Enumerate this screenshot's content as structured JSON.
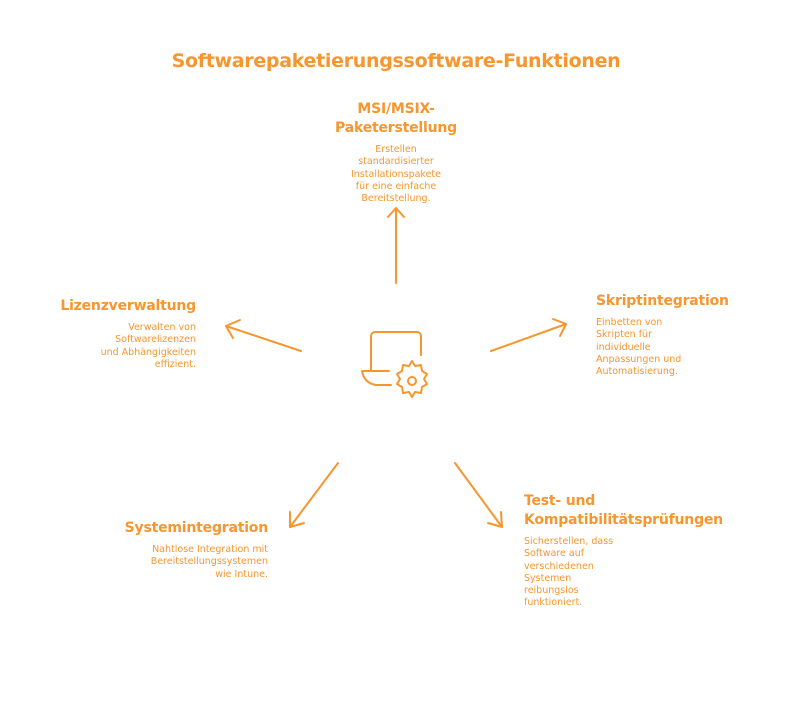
{
  "title": "Softwarepaketierungssoftware-Funktionen",
  "accent_color": "#F7962E",
  "center_icon": "laptop-gear-icon",
  "features": [
    {
      "title_lines": [
        "MSI/MSIX-",
        "Paketerstellung"
      ],
      "desc_lines": [
        "Erstellen",
        "standardisierter",
        "Installationspakete",
        "für eine einfache",
        "Bereitstellung."
      ]
    },
    {
      "title_lines": [
        "Skriptintegration"
      ],
      "desc_lines": [
        "Einbetten von",
        "Skripten für",
        "individuelle",
        "Anpassungen und",
        "Automatisierung."
      ]
    },
    {
      "title_lines": [
        "Test- und",
        "Kompatibilitätsprüfungen"
      ],
      "desc_lines": [
        "Sicherstellen, dass",
        "Software auf",
        "verschiedenen",
        "Systemen",
        "reibungslos",
        "funktioniert."
      ]
    },
    {
      "title_lines": [
        "Systemintegration"
      ],
      "desc_lines": [
        "Nahtlose Integration mit",
        "Bereitstellungssystemen",
        "wie Intune."
      ]
    },
    {
      "title_lines": [
        "Lizenzverwaltung"
      ],
      "desc_lines": [
        "Verwalten von",
        "Softwarelizenzen",
        "und Abhängigkeiten",
        "effizient."
      ]
    }
  ]
}
